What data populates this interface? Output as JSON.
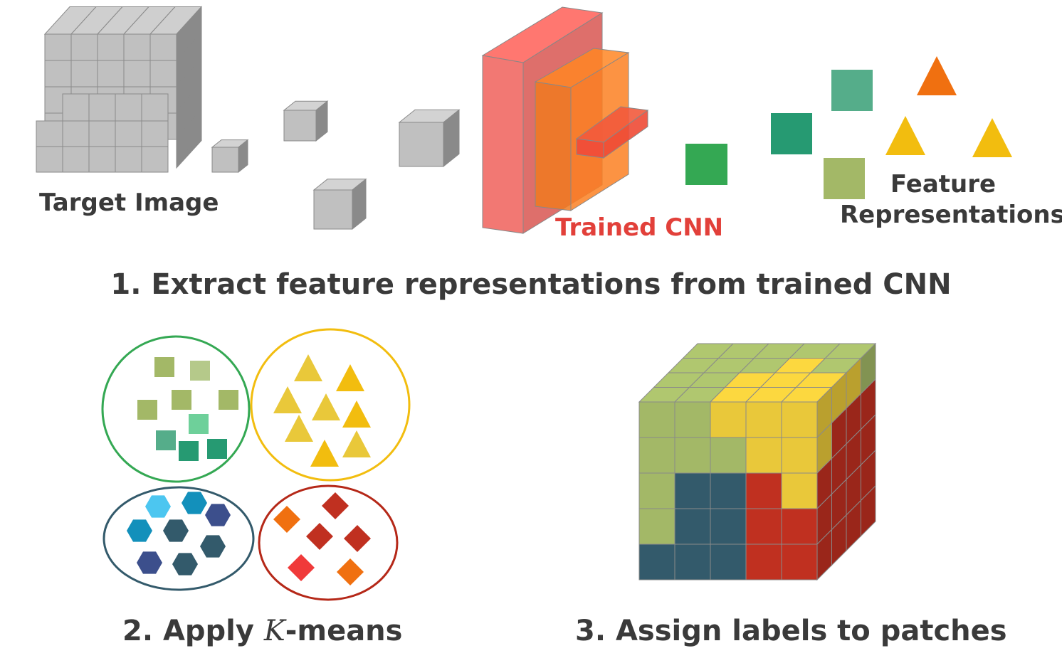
{
  "labels": {
    "target_image": "Target Image",
    "trained_cnn": "Trained CNN",
    "feature_line1": "Feature",
    "feature_line2": "Representations",
    "step1": "1. Extract feature representations from trained CNN",
    "step2_prefix": "2. Apply ",
    "step2_var": "K",
    "step2_suffix": "-means",
    "step3": "3. Assign labels to patches"
  },
  "colors": {
    "text_dark": "#3a3a3a",
    "text_cnn": "#e2403a",
    "cube_gray": "#c0c0c0",
    "cnn_red": "#f0605a",
    "cnn_orange": "#f07a20",
    "green": "#34a853",
    "teal": "#269a72",
    "sea_green": "#55ad8a",
    "olive": "#a3b867",
    "light_olive": "#b5c98a",
    "mint": "#6ed09a",
    "yellow": "#f2bd0f",
    "yellow_soft": "#e9c83a",
    "orange": "#f07010",
    "dark_teal": "#335a6b",
    "cyan": "#4cc6f0",
    "blue": "#1390bb",
    "navy": "#3c4f8c",
    "red": "#c03020",
    "bright_red": "#f03a3a",
    "cluster_green": "#34a853",
    "cluster_yellow": "#f2bd0f",
    "cluster_navy": "#335a6b",
    "cluster_red": "#b52818"
  },
  "label_grid": [
    [
      "olive",
      "olive",
      "yellow_soft",
      "yellow_soft",
      "yellow_soft"
    ],
    [
      "olive",
      "olive",
      "olive",
      "yellow_soft",
      "yellow_soft"
    ],
    [
      "olive",
      "dark_teal",
      "dark_teal",
      "red",
      "yellow_soft"
    ],
    [
      "olive",
      "dark_teal",
      "dark_teal",
      "red",
      "red"
    ],
    [
      "dark_teal",
      "dark_teal",
      "dark_teal",
      "red",
      "red"
    ]
  ]
}
